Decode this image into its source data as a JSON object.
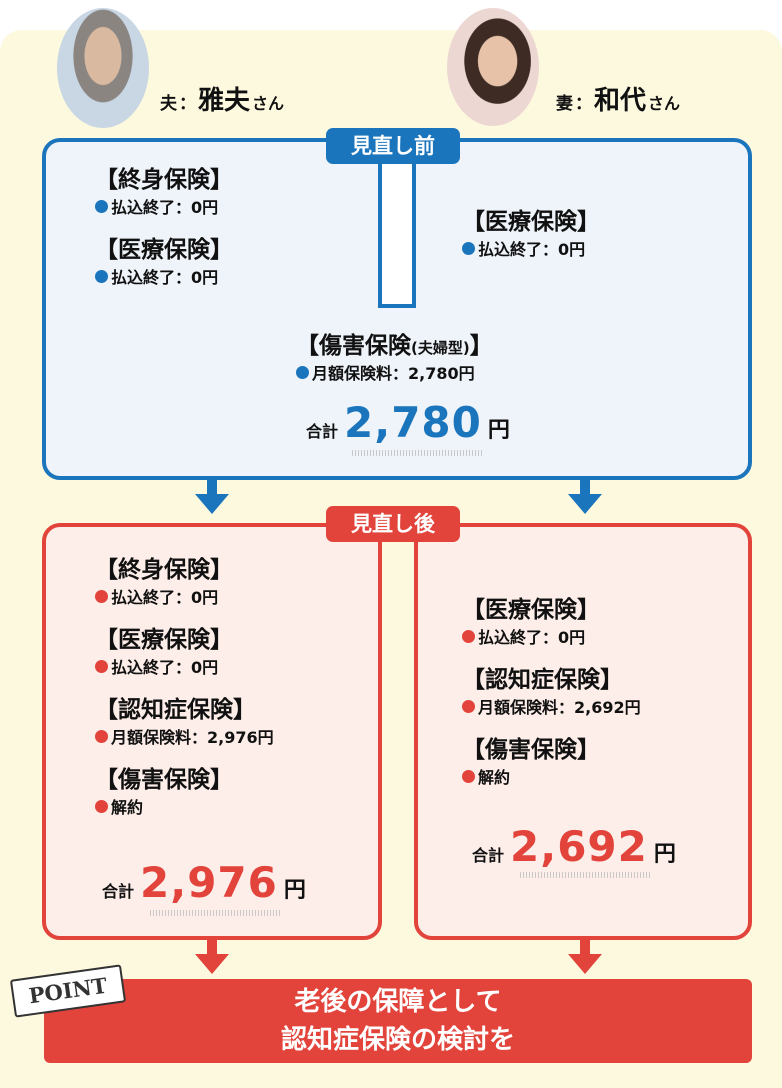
{
  "people": {
    "husband": {
      "role": "夫",
      "sep": "：",
      "name": "雅夫",
      "suffix": "さん"
    },
    "wife": {
      "role": "妻",
      "sep": "：",
      "name": "和代",
      "suffix": "さん"
    }
  },
  "before": {
    "label": "見直し前",
    "husband_items": [
      {
        "heading": "【終身保険】",
        "detail": "払込終了：0円"
      },
      {
        "heading": "【医療保険】",
        "detail": "払込終了：0円"
      }
    ],
    "wife_items": [
      {
        "heading": "【医療保険】",
        "detail": "払込終了：0円"
      }
    ],
    "shared": {
      "heading": "【傷害保険",
      "heading_note": "(夫婦型)",
      "heading_end": "】",
      "detail": "月額保険料：2,780円"
    },
    "total": {
      "label": "合計",
      "value": "2,780",
      "unit": "円"
    }
  },
  "after": {
    "label": "見直し後",
    "husband": {
      "items": [
        {
          "heading": "【終身保険】",
          "detail": "払込終了：0円"
        },
        {
          "heading": "【医療保険】",
          "detail": "払込終了：0円"
        },
        {
          "heading": "【認知症保険】",
          "detail": "月額保険料：2,976円"
        },
        {
          "heading": "【傷害保険】",
          "detail": "解約"
        }
      ],
      "total": {
        "label": "合計",
        "value": "2,976",
        "unit": "円"
      }
    },
    "wife": {
      "items": [
        {
          "heading": "【医療保険】",
          "detail": "払込終了：0円"
        },
        {
          "heading": "【認知症保険】",
          "detail": "月額保険料：2,692円"
        },
        {
          "heading": "【傷害保険】",
          "detail": "解約"
        }
      ],
      "total": {
        "label": "合計",
        "value": "2,692",
        "unit": "円"
      }
    }
  },
  "point": {
    "tag": "POINT",
    "line1": "老後の保障として",
    "line2": "認知症保険の検討を"
  },
  "colors": {
    "blue": "#1b75bc",
    "red": "#e2443c",
    "cream": "#fdf9df"
  }
}
